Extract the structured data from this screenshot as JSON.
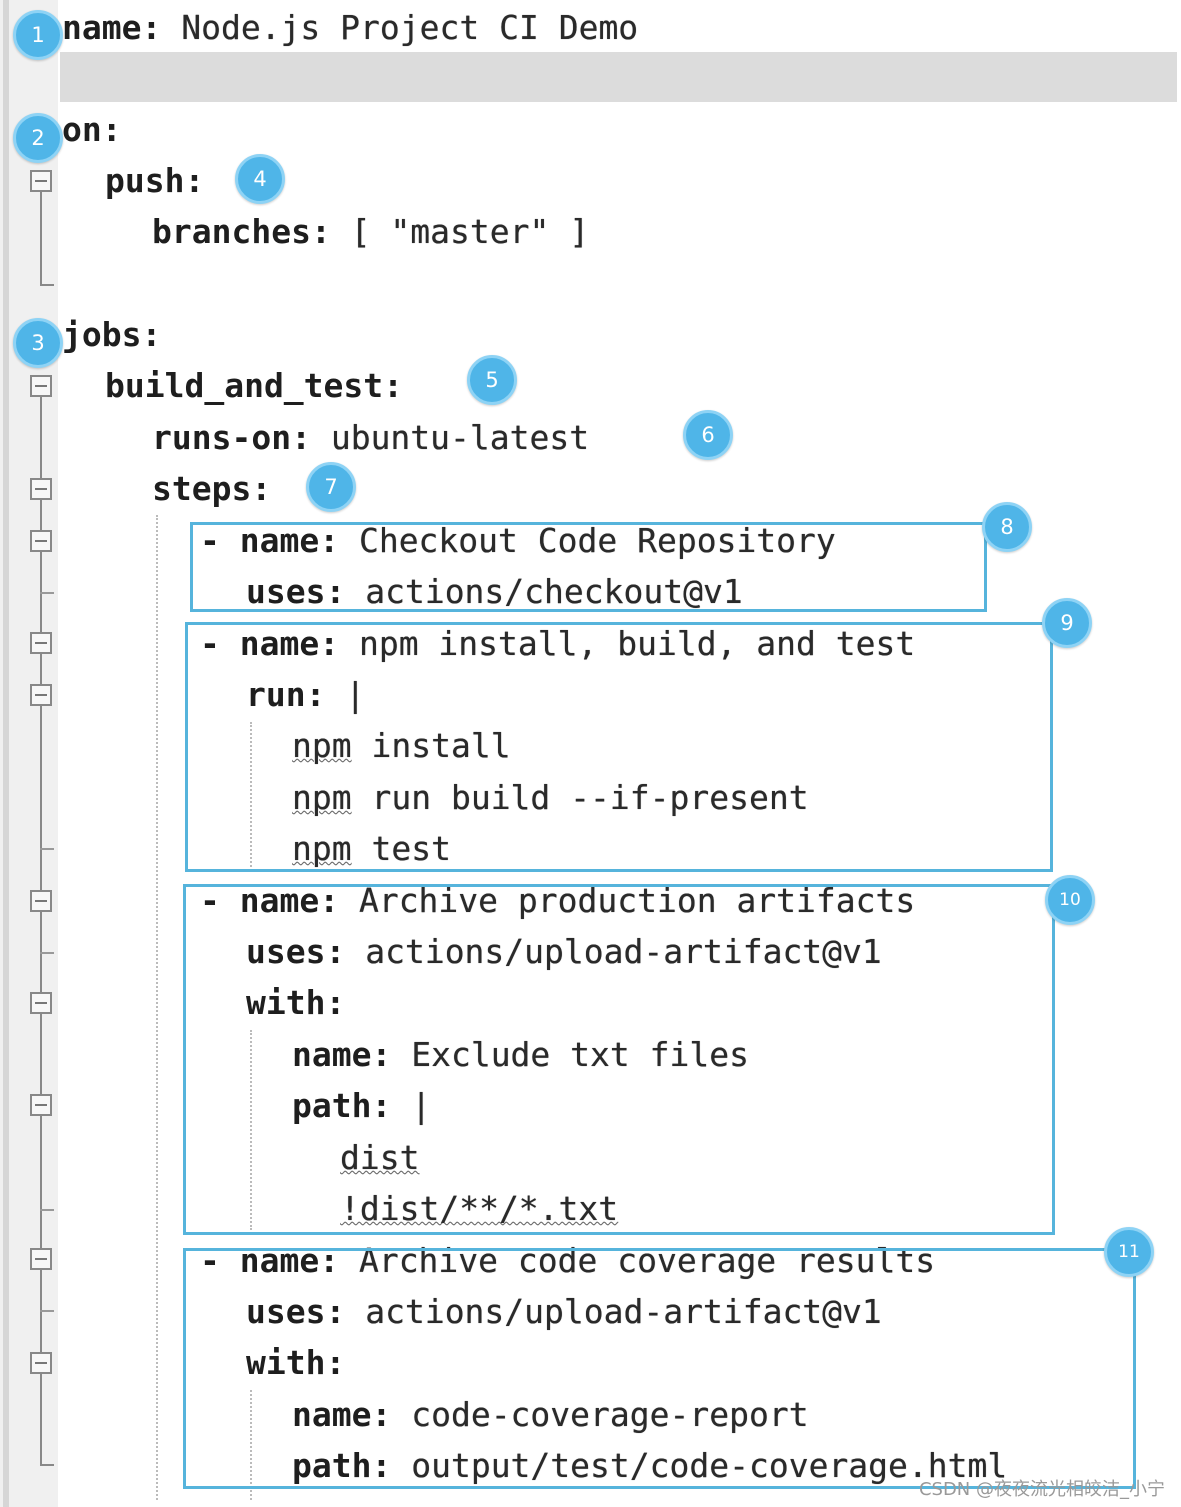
{
  "lines": [
    {
      "key": "name:",
      "value": "Node.js Project CI Demo"
    },
    {
      "key": "on:",
      "value": ""
    },
    {
      "key": "push:",
      "value": ""
    },
    {
      "key": "branches:",
      "value": "[ \"master\" ]"
    },
    {
      "key": "jobs:",
      "value": ""
    },
    {
      "key": "build_and_test:",
      "value": ""
    },
    {
      "key": "runs-on:",
      "value": "ubuntu-latest"
    },
    {
      "key": "steps:",
      "value": ""
    },
    {
      "key": "- name:",
      "value": "Checkout Code Repository"
    },
    {
      "key": "uses:",
      "value": "actions/checkout@v1"
    },
    {
      "key": "- name:",
      "value": "npm install, build, and test"
    },
    {
      "key": "run:",
      "value": "|"
    },
    {
      "key": "npm",
      "value": "install"
    },
    {
      "key": "npm",
      "value": "run build --if-present"
    },
    {
      "key": "npm",
      "value": "test"
    },
    {
      "key": "- name:",
      "value": "Archive production artifacts"
    },
    {
      "key": "uses:",
      "value": "actions/upload-artifact@v1"
    },
    {
      "key": "with:",
      "value": ""
    },
    {
      "key": "name:",
      "value": "Exclude txt files"
    },
    {
      "key": "path:",
      "value": "|"
    },
    {
      "key": "dist",
      "value": ""
    },
    {
      "key": "!dist/**/*.txt",
      "value": ""
    },
    {
      "key": "- name:",
      "value": "Archive code coverage results"
    },
    {
      "key": "uses:",
      "value": "actions/upload-artifact@v1"
    },
    {
      "key": "with:",
      "value": ""
    },
    {
      "key": "name:",
      "value": "code-coverage-report"
    },
    {
      "key": "path:",
      "value": "output/test/code-coverage.html"
    }
  ],
  "badges": [
    "1",
    "2",
    "3",
    "4",
    "5",
    "6",
    "7",
    "8",
    "9",
    "10",
    "11"
  ],
  "watermark": "CSDN @夜夜流光相皎洁_小宁",
  "colors": {
    "annotation_blue": "#4fb5e8",
    "box_border": "#56b4dc",
    "current_line_highlight": "#dcdcdc",
    "gutter": "#f0f0f0"
  },
  "icons": [
    "fold-collapse-icon"
  ]
}
